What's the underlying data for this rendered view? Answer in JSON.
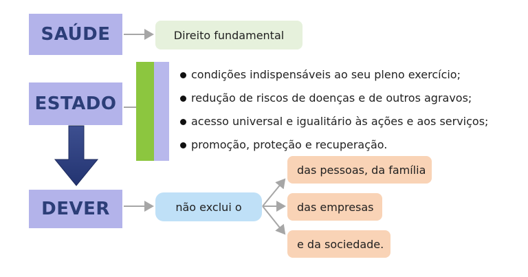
{
  "keywords": {
    "saude": "SAÚDE",
    "estado": "ESTADO",
    "dever": "DEVER"
  },
  "saude_box": "Direito fundamental",
  "estado_bullets": [
    "condições indispensáveis ao seu pleno exercício;",
    "redução de riscos de doenças e de outros agravos;",
    "acesso universal e igualitário às ações e aos serviços;",
    "promoção, proteção e recuperação."
  ],
  "dever_box": "não exclui o",
  "dever_targets": [
    "das pessoas, da família",
    "das empresas",
    "e da sociedade."
  ],
  "colors": {
    "keyword_fill": "#b3b3ea",
    "keyword_text": "#2c3e78",
    "green_bar": "#8cc63f",
    "lavender_bar": "#b8b8ec",
    "direito_fill": "#e6f1dc",
    "nao_exclui_fill": "#bfe0f7",
    "target_fill": "#f9d3b6",
    "big_arrow": "#2c3e78",
    "connector": "#a6a6a6"
  }
}
